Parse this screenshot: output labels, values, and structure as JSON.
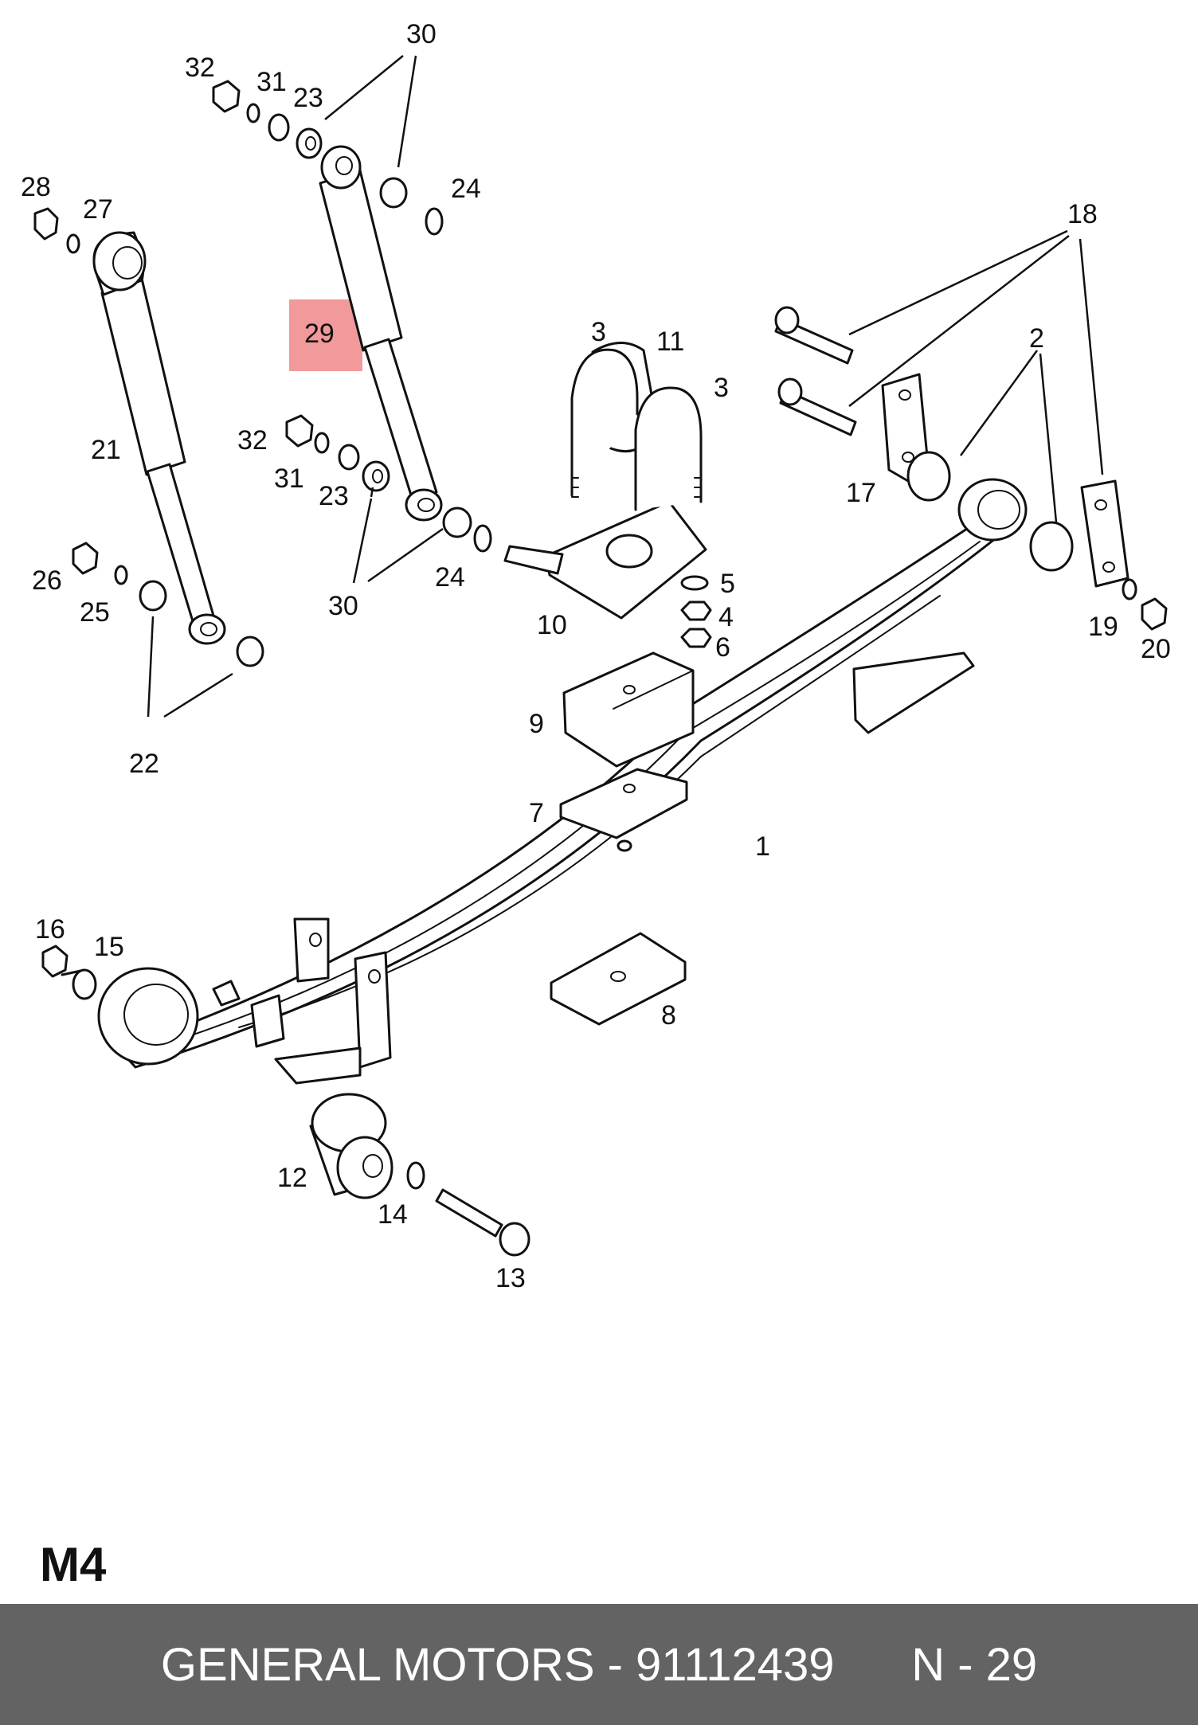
{
  "diagram": {
    "code": "M4",
    "highlighted": "29",
    "labels": {
      "l1": "1",
      "l2": "2",
      "l3a": "3",
      "l3b": "3",
      "l4": "4",
      "l5": "5",
      "l6": "6",
      "l7": "7",
      "l8": "8",
      "l9": "9",
      "l10": "10",
      "l11": "11",
      "l12": "12",
      "l13": "13",
      "l14": "14",
      "l15": "15",
      "l16": "16",
      "l17": "17",
      "l18": "18",
      "l19": "19",
      "l20": "20",
      "l21": "21",
      "l22": "22",
      "l23a": "23",
      "l23b": "23",
      "l24a": "24",
      "l24b": "24",
      "l25": "25",
      "l26": "26",
      "l27": "27",
      "l28": "28",
      "l29": "29",
      "l30a": "30",
      "l30b": "30",
      "l31a": "31",
      "l31b": "31",
      "l32a": "32",
      "l32b": "32"
    }
  },
  "footer": {
    "brand": "GENERAL MOTORS",
    "separator": " - ",
    "part_number": "91112439",
    "ref": "N - 29"
  }
}
